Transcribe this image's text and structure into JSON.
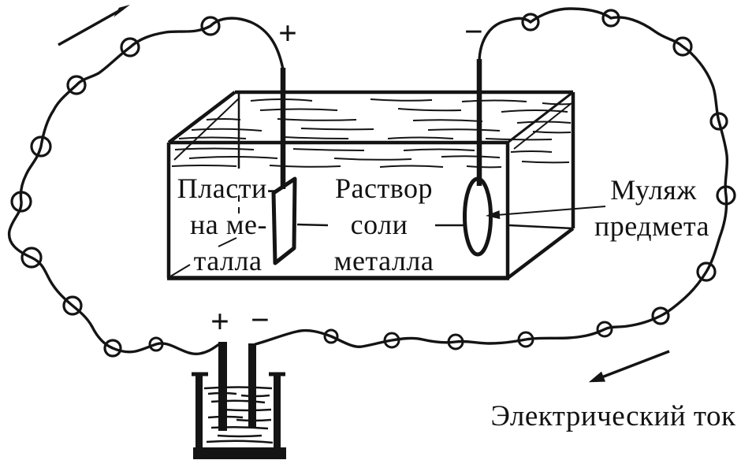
{
  "diagram": {
    "tank_labels": {
      "plate": [
        "Пласти-",
        "на ме-",
        "талла"
      ],
      "solution": [
        "Раствор",
        "соли",
        "металла"
      ]
    },
    "mold_label": [
      "Муляж",
      "предмета"
    ],
    "current_label": "Электрический ток",
    "signs": {
      "anode_plus": "+",
      "cathode_minus": "−",
      "battery_plus": "+",
      "battery_minus": "−"
    },
    "colors": {
      "ink": "#141414",
      "paper": "#ffffff"
    }
  }
}
